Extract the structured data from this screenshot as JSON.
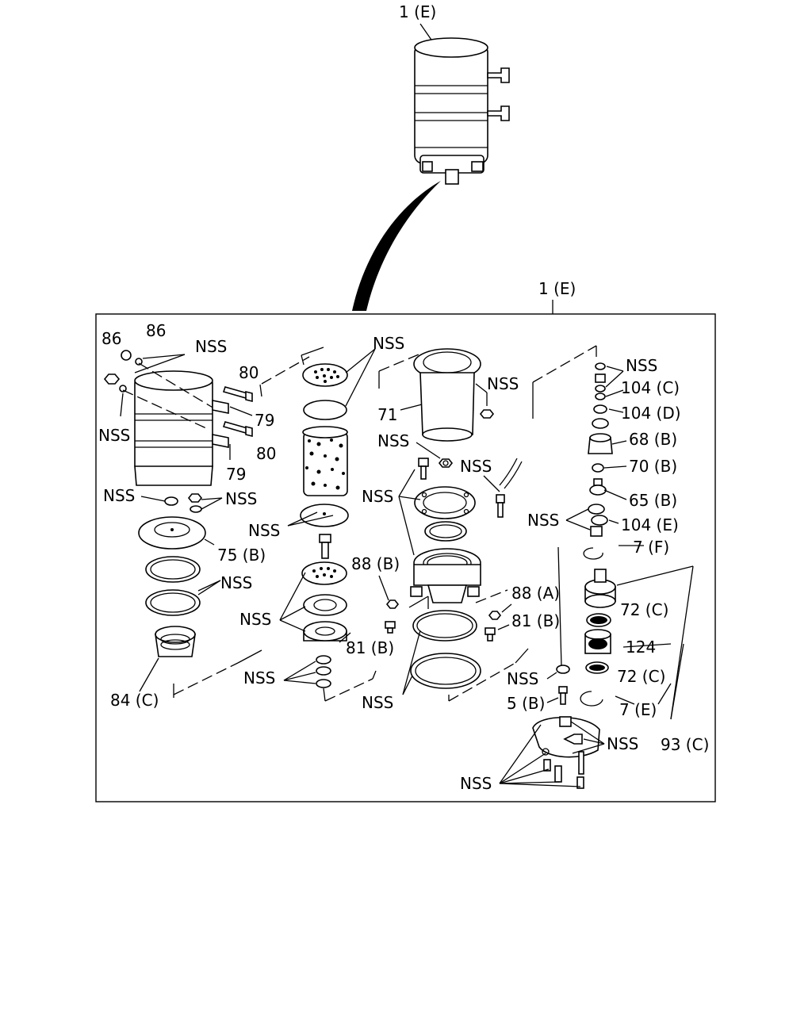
{
  "assembly": {
    "top_label": "1 (E)",
    "frame_label": "1 (E)"
  },
  "callouts": {
    "c86a": "86",
    "c86b": "86",
    "nss1": "NSS",
    "nss2": "NSS",
    "c80a": "80",
    "c79a": "79",
    "c80b": "80",
    "c79b": "79",
    "nss3": "NSS",
    "nss4": "NSS",
    "c75b": "75 (B)",
    "nss5": "NSS",
    "c84c": "84 (C)",
    "nss6": "NSS",
    "nss7": "NSS",
    "nss8": "NSS",
    "c81b_left": "81 (B)",
    "nss9": "NSS",
    "c71": "71",
    "nss10": "NSS",
    "nss11": "NSS",
    "nss12": "NSS",
    "nss13": "NSS",
    "c88b": "88 (B)",
    "c88a": "88 (A)",
    "c81b_right": "81 (B)",
    "nss14": "NSS",
    "nss15": "NSS",
    "c104c": "104 (C)",
    "c104d": "104 (D)",
    "c68b": "68 (B)",
    "c70b": "70 (B)",
    "c65b": "65 (B)",
    "nss16": "NSS",
    "c104e": "104 (E)",
    "c7f": "7 (F)",
    "c72c_a": "72 (C)",
    "c124": "124",
    "c72c_b": "72 (C)",
    "nss17": "NSS",
    "c5b": "5 (B)",
    "c7e": "7 (E)",
    "nss18": "NSS",
    "c93c": "93 (C)",
    "nss19": "NSS"
  }
}
